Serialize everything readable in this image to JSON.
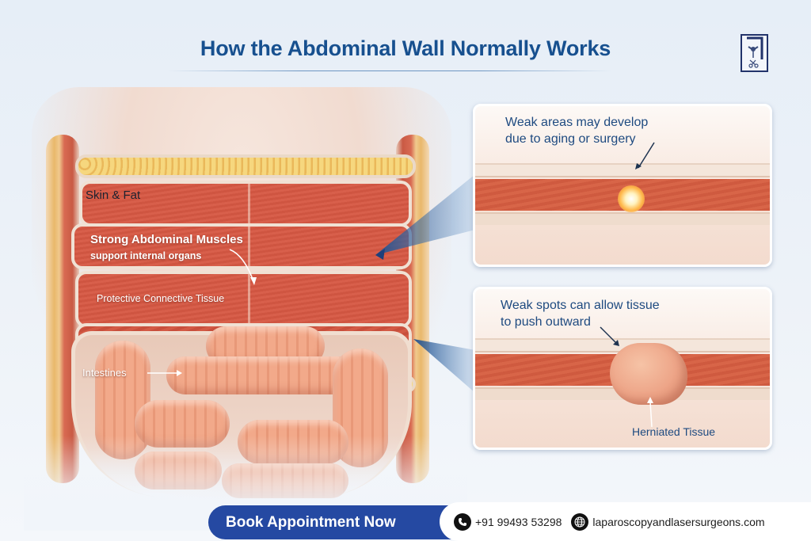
{
  "header": {
    "title": "How the Abdominal Wall Normally Works",
    "logo": "medical-caduceus-scissors-logo"
  },
  "anatomy": {
    "labels": {
      "skin_fat": "Skin & Fat",
      "muscles_title": "Strong Abdominal Muscles",
      "muscles_sub": "support internal organs",
      "connective": "Protective Connective Tissue",
      "intestines": "Intestines"
    }
  },
  "panels": [
    {
      "line1": "Weak areas may develop",
      "line2": "due to aging or surgery"
    },
    {
      "line1": "Weak spots can allow tissue",
      "line2": "to push outward",
      "tag": "Herniated Tissue"
    }
  ],
  "footer": {
    "cta_label": "Book Appointment Now",
    "phone_icon": "phone-icon",
    "phone": "+91 99493 53298",
    "web_icon": "globe-icon",
    "website": "laparoscopyandlasersurgeons.com"
  },
  "colors": {
    "title_blue": "#17508f",
    "cta_blue": "#2549a2",
    "muscle_red": "#d85f4b",
    "fat_yellow": "#f6d77e",
    "panel_text": "#1e4a80"
  }
}
